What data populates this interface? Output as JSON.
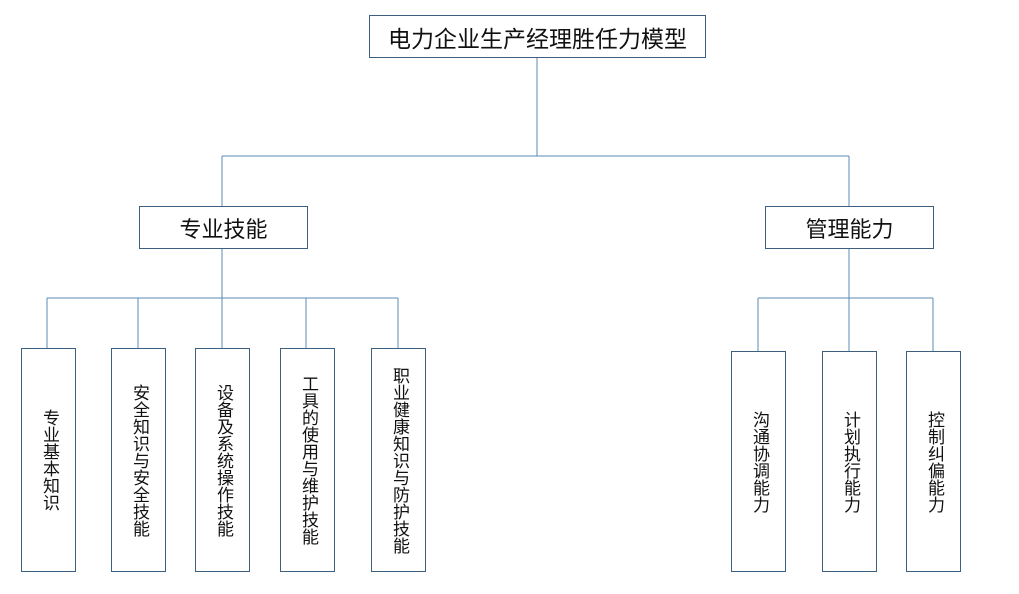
{
  "diagram": {
    "root": {
      "label": "电力企业生产经理胜任力模型"
    },
    "branches": [
      {
        "label": "专业技能",
        "children": [
          {
            "label": "专业基本知识"
          },
          {
            "label": "安全知识与安全技能"
          },
          {
            "label": "设备及系统操作技能"
          },
          {
            "label": "工具的使用与维护技能"
          },
          {
            "label": "职业健康知识与防护技能"
          }
        ]
      },
      {
        "label": "管理能力",
        "children": [
          {
            "label": "沟通协调能力"
          },
          {
            "label": "计划执行能力"
          },
          {
            "label": "控制纠偏能力"
          }
        ]
      }
    ],
    "colors": {
      "border": "#3d5f80",
      "connector": "#5b8bb5",
      "text": "#111111"
    }
  }
}
